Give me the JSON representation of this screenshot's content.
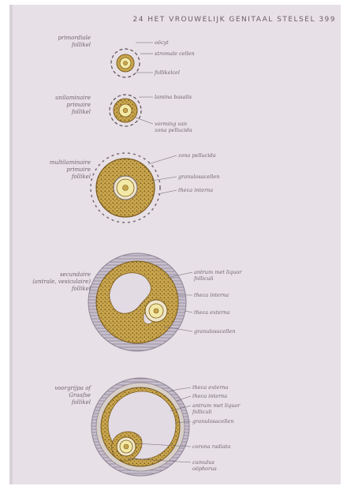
{
  "header": {
    "text": "24 HET VROUWELIJK GENITAAL STELSEL 399"
  },
  "stages": [
    {
      "label": "primordiale\nfollikel",
      "structures": [
        "oöcyt",
        "stromale cellen",
        "follikelcel"
      ]
    },
    {
      "label": "unilaminaire\nprimaire\nfollikel",
      "structures": [
        "lamina basalis",
        "vorming van\nzona pellucida"
      ]
    },
    {
      "label": "multilaminaire\nprimaire\nfollikel",
      "structures": [
        "zona pellucida",
        "granulosacellen",
        "theca interna"
      ]
    },
    {
      "label": "secundaire\n(antrale, vesiculaire)\nfollikel",
      "structures": [
        "antrum met liquor\nfolliculi",
        "theca interna",
        "theca externa",
        "granulosacellen"
      ]
    },
    {
      "label": "voorgrijpa of\nGraafse\nfollikel",
      "structures": [
        "theca externa",
        "theca interna",
        "antrum met liquor\nfolliculi",
        "granulosacellen",
        "corona radiata",
        "cumulus\noöphorus"
      ]
    }
  ],
  "colors": {
    "background": "#e7e0e6",
    "granulosa": "#c9a64d",
    "granulosa_dark": "#7a5a1f",
    "oocyte": "#f3e9a6",
    "theca": "#b9b0c0",
    "ink": "#5a4f58"
  }
}
